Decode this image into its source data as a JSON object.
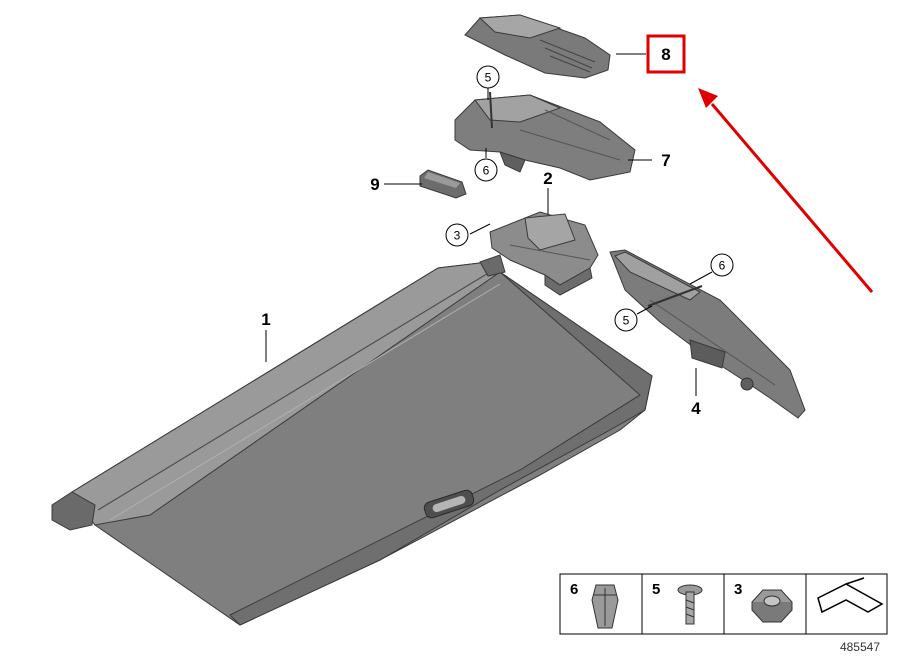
{
  "diagram": {
    "diagram_id": "485547",
    "callouts": [
      {
        "id": "1",
        "style": "plain"
      },
      {
        "id": "2",
        "style": "plain"
      },
      {
        "id": "3",
        "style": "circle"
      },
      {
        "id": "4",
        "style": "plain"
      },
      {
        "id": "5",
        "style": "circle",
        "instance": "top"
      },
      {
        "id": "5",
        "style": "circle",
        "instance": "right"
      },
      {
        "id": "6",
        "style": "circle",
        "instance": "top"
      },
      {
        "id": "6",
        "style": "circle",
        "instance": "right"
      },
      {
        "id": "7",
        "style": "plain"
      },
      {
        "id": "8",
        "style": "plain",
        "highlighted": true
      },
      {
        "id": "9",
        "style": "plain"
      }
    ],
    "legend": [
      {
        "id": "6",
        "icon": "clip-nut-icon"
      },
      {
        "id": "5",
        "icon": "screw-icon"
      },
      {
        "id": "3",
        "icon": "hex-nut-icon"
      },
      {
        "id": "",
        "icon": "view-direction-arrow-icon"
      }
    ],
    "colors": {
      "part_fill": "#8a8a8a",
      "part_dark": "#5e5e5e",
      "part_light": "#a3a3a3",
      "highlight": "#e00000",
      "arrow": "#e00000"
    }
  }
}
